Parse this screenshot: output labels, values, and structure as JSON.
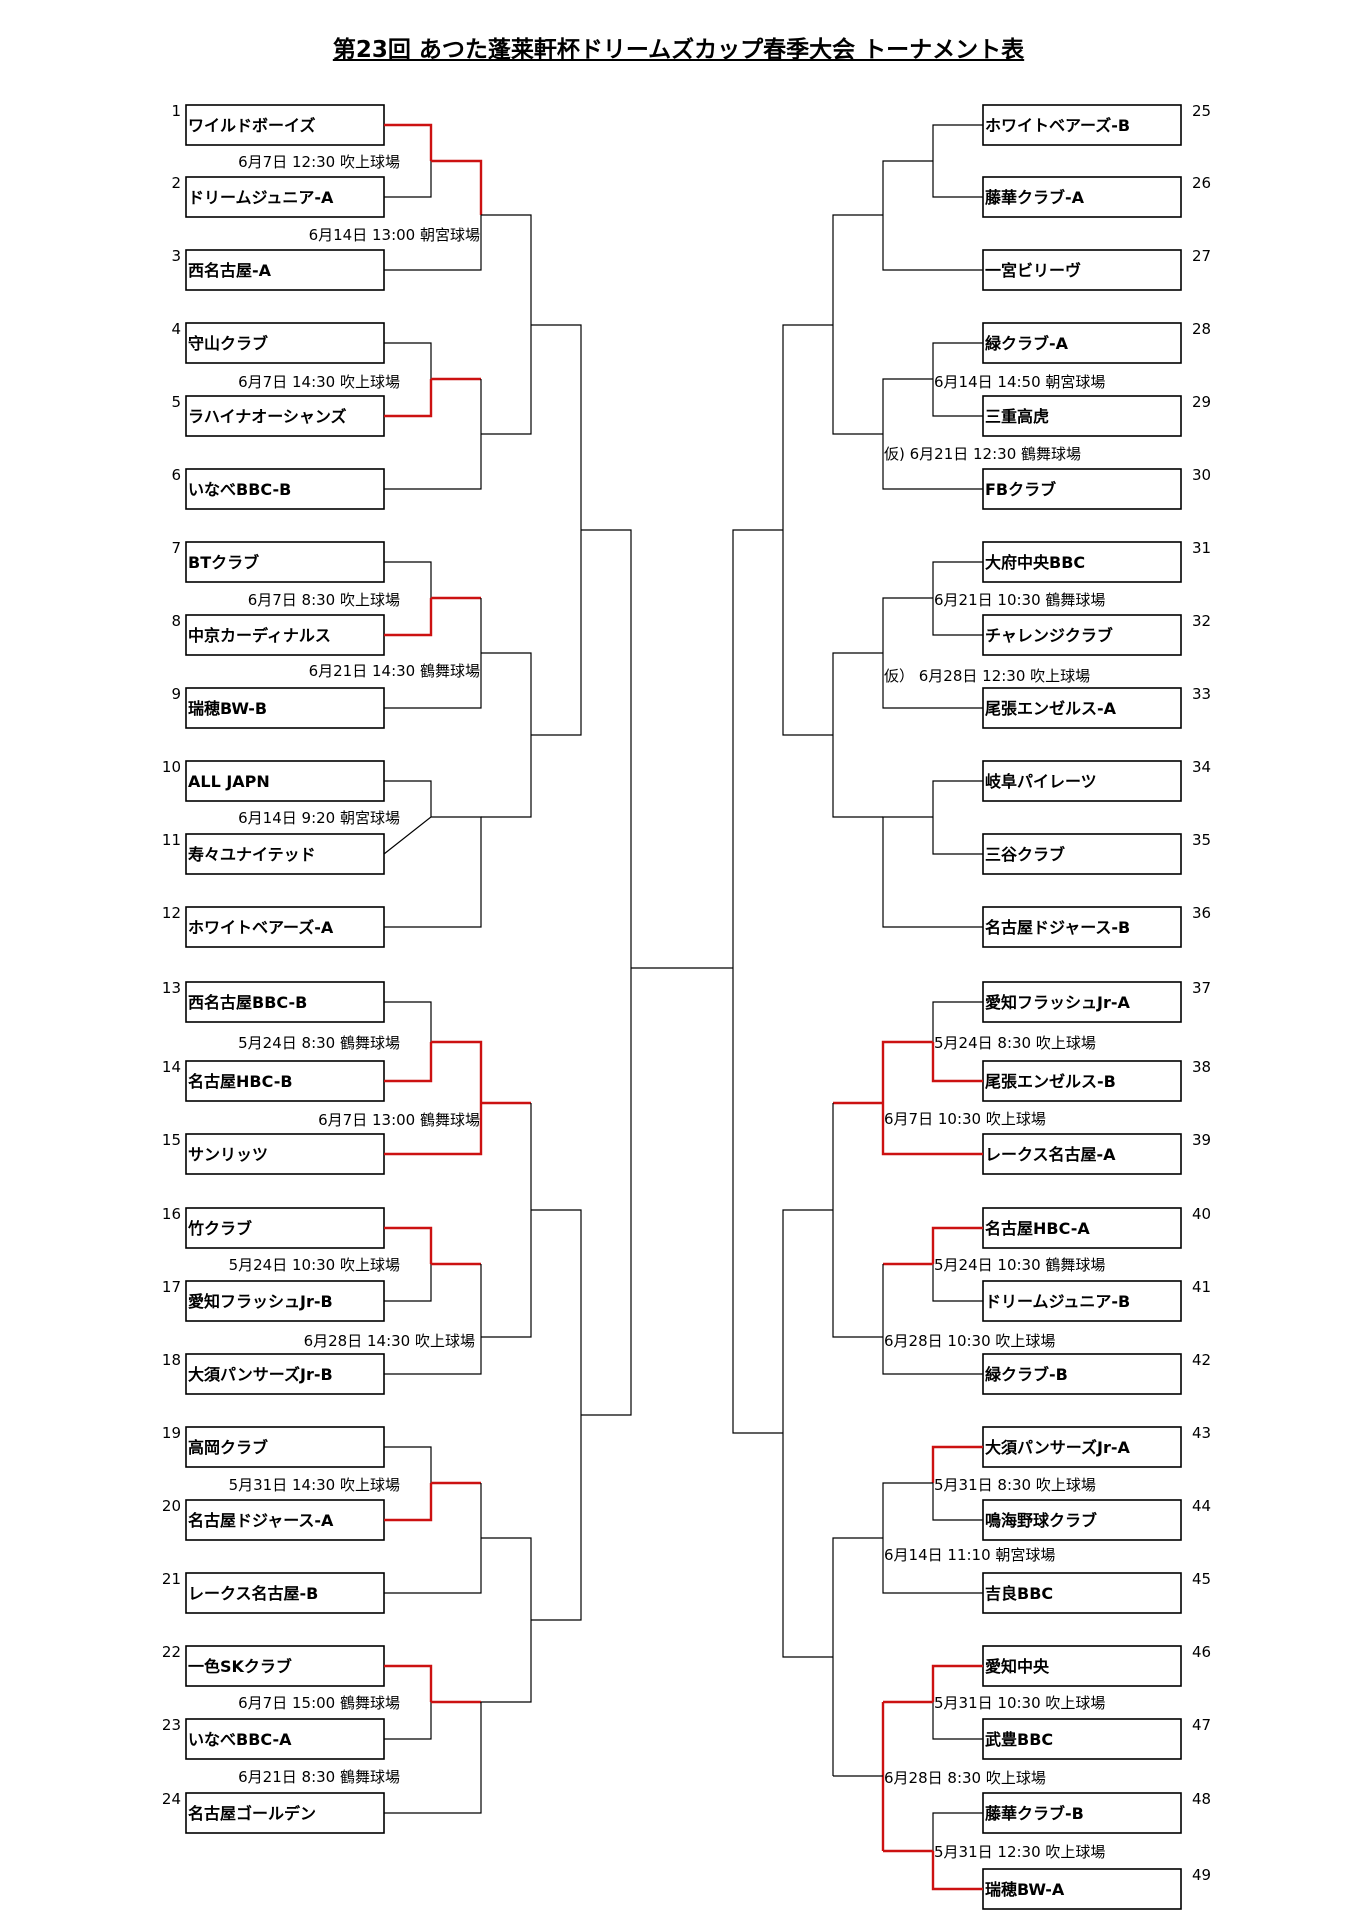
{
  "title": "第23回 あつた蓬莱軒杯ドリームズカップ春季大会 トーナメント表",
  "colors": {
    "winner_line": "#cc1111",
    "line": "#000000"
  },
  "teams": [
    {
      "seed": "1",
      "name": "ワイルドボーイズ"
    },
    {
      "seed": "2",
      "name": "ドリームジュニア-A"
    },
    {
      "seed": "3",
      "name": "西名古屋-A"
    },
    {
      "seed": "4",
      "name": "守山クラブ"
    },
    {
      "seed": "5",
      "name": "ラハイナオーシャンズ"
    },
    {
      "seed": "6",
      "name": "いなべBBC-B"
    },
    {
      "seed": "7",
      "name": "BTクラブ"
    },
    {
      "seed": "8",
      "name": "中京カーディナルス"
    },
    {
      "seed": "9",
      "name": "瑞穂BW-B"
    },
    {
      "seed": "10",
      "name": "ALL JAPN"
    },
    {
      "seed": "11",
      "name": "寿々ユナイテッド"
    },
    {
      "seed": "12",
      "name": "ホワイトベアーズ-A"
    },
    {
      "seed": "13",
      "name": "西名古屋BBC-B"
    },
    {
      "seed": "14",
      "name": "名古屋HBC-B"
    },
    {
      "seed": "15",
      "name": "サンリッツ"
    },
    {
      "seed": "16",
      "name": "竹クラブ"
    },
    {
      "seed": "17",
      "name": "愛知フラッシュJr-B"
    },
    {
      "seed": "18",
      "name": "大須パンサーズJr-B"
    },
    {
      "seed": "19",
      "name": "高岡クラブ"
    },
    {
      "seed": "20",
      "name": "名古屋ドジャース-A"
    },
    {
      "seed": "21",
      "name": "レークス名古屋-B"
    },
    {
      "seed": "22",
      "name": "一色SKクラブ"
    },
    {
      "seed": "23",
      "name": "いなべBBC-A"
    },
    {
      "seed": "24",
      "name": "名古屋ゴールデン"
    },
    {
      "seed": "25",
      "name": "ホワイトベアーズ-B"
    },
    {
      "seed": "26",
      "name": "藤華クラブ-A"
    },
    {
      "seed": "27",
      "name": "一宮ビリーヴ"
    },
    {
      "seed": "28",
      "name": "緑クラブ-A"
    },
    {
      "seed": "29",
      "name": "三重高虎"
    },
    {
      "seed": "30",
      "name": "FBクラブ"
    },
    {
      "seed": "31",
      "name": "大府中央BBC"
    },
    {
      "seed": "32",
      "name": "チャレンジクラブ"
    },
    {
      "seed": "33",
      "name": "尾張エンゼルス-A"
    },
    {
      "seed": "34",
      "name": "岐阜パイレーツ"
    },
    {
      "seed": "35",
      "name": "三谷クラブ"
    },
    {
      "seed": "36",
      "name": "名古屋ドジャース-B"
    },
    {
      "seed": "37",
      "name": "愛知フラッシュJr-A"
    },
    {
      "seed": "38",
      "name": "尾張エンゼルス-B"
    },
    {
      "seed": "39",
      "name": "レークス名古屋-A"
    },
    {
      "seed": "40",
      "name": "名古屋HBC-A"
    },
    {
      "seed": "41",
      "name": "ドリームジュニア-B"
    },
    {
      "seed": "42",
      "name": "緑クラブ-B"
    },
    {
      "seed": "43",
      "name": "大須パンサーズJr-A"
    },
    {
      "seed": "44",
      "name": "鳴海野球クラブ"
    },
    {
      "seed": "45",
      "name": "吉良BBC"
    },
    {
      "seed": "46",
      "name": "愛知中央"
    },
    {
      "seed": "47",
      "name": "武豊BBC"
    },
    {
      "seed": "48",
      "name": "藤華クラブ-B"
    },
    {
      "seed": "49",
      "name": "瑞穂BW-A"
    }
  ],
  "matches": [
    "6月7日 12:30 吹上球場",
    "6月14日 13:00 朝宮球場",
    "6月7日 14:30 吹上球場",
    "6月7日 8:30 吹上球場",
    "6月21日 14:30 鶴舞球場",
    "6月14日 9:20 朝宮球場",
    "5月24日 8:30 鶴舞球場",
    "6月7日 13:00 鶴舞球場",
    "5月24日 10:30 吹上球場",
    "6月28日 14:30 吹上球場",
    "5月31日 14:30 吹上球場",
    "6月7日 15:00 鶴舞球場",
    "6月21日 8:30 鶴舞球場",
    "6月14日 14:50 朝宮球場",
    "仮) 6月21日 12:30 鶴舞球場",
    "6月21日 10:30  鶴舞球場",
    "仮） 6月28日 12:30 吹上球場",
    "5月24日 8:30 吹上球場",
    "6月7日 10:30 吹上球場",
    "5月24日 10:30 鶴舞球場",
    "6月28日 10:30 吹上球場",
    "5月31日 8:30 吹上球場",
    "6月14日 11:10 朝宮球場",
    "5月31日 10:30 吹上球場",
    "6月28日 8:30 吹上球場",
    "5月31日 12:30 吹上球場"
  ]
}
